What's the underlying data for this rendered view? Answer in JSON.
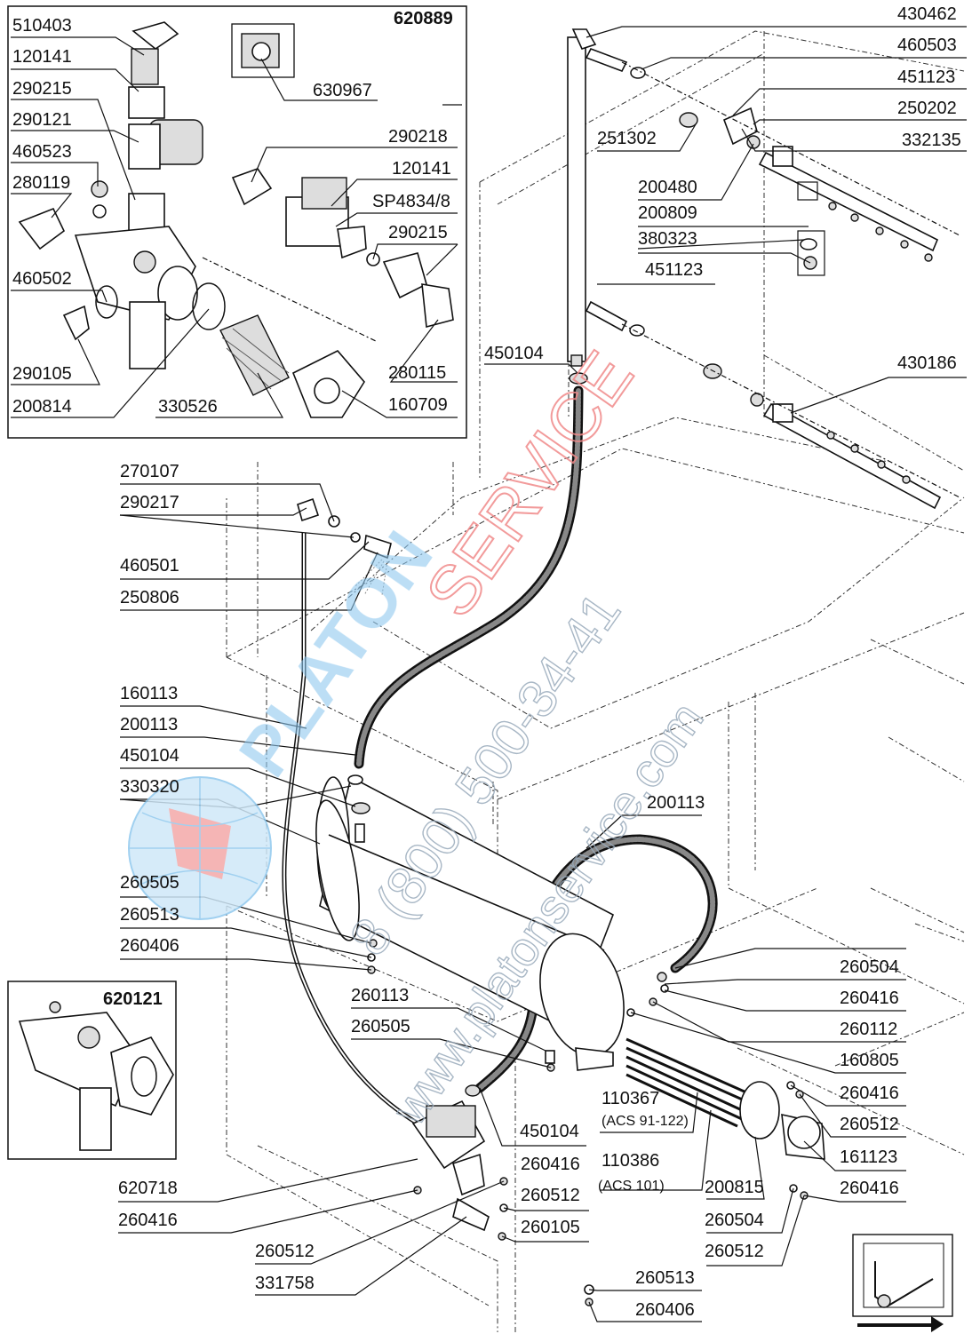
{
  "inset_top_left": {
    "assembly_code": "620889"
  },
  "inset_bottom_left": {
    "assembly_code": "620121"
  },
  "watermark": {
    "brand_blue": "PLATON",
    "brand_red": "SERVICE",
    "phone": "8 (800) 500-34-41",
    "site": "www.platonservice.com",
    "colors": {
      "blue": "#8fc8ee",
      "red": "#f08a8a"
    }
  },
  "labels": [
    {
      "id": "l510403",
      "text": "510403"
    },
    {
      "id": "l120141a",
      "text": "120141"
    },
    {
      "id": "l290215a",
      "text": "290215"
    },
    {
      "id": "l290121",
      "text": "290121"
    },
    {
      "id": "l460523",
      "text": "460523"
    },
    {
      "id": "l280119",
      "text": "280119"
    },
    {
      "id": "l460502",
      "text": "460502"
    },
    {
      "id": "l290105",
      "text": "290105"
    },
    {
      "id": "l200814",
      "text": "200814"
    },
    {
      "id": "l330526",
      "text": "330526"
    },
    {
      "id": "l630967",
      "text": "630967"
    },
    {
      "id": "l290218",
      "text": "290218"
    },
    {
      "id": "l120141b",
      "text": "120141"
    },
    {
      "id": "lSP4834",
      "text": "SP4834/8"
    },
    {
      "id": "l290215b",
      "text": "290215"
    },
    {
      "id": "l280115",
      "text": "280115"
    },
    {
      "id": "l160709",
      "text": "160709"
    },
    {
      "id": "l430462",
      "text": "430462"
    },
    {
      "id": "l460503",
      "text": "460503"
    },
    {
      "id": "l451123a",
      "text": "451123"
    },
    {
      "id": "l250202",
      "text": "250202"
    },
    {
      "id": "l332135",
      "text": "332135"
    },
    {
      "id": "l251302",
      "text": "251302"
    },
    {
      "id": "l200480",
      "text": "200480"
    },
    {
      "id": "l200809",
      "text": "200809"
    },
    {
      "id": "l380323",
      "text": "380323"
    },
    {
      "id": "l451123b",
      "text": "451123"
    },
    {
      "id": "l450104a",
      "text": "450104"
    },
    {
      "id": "l430186",
      "text": "430186"
    },
    {
      "id": "l270107",
      "text": "270107"
    },
    {
      "id": "l290217",
      "text": "290217"
    },
    {
      "id": "l460501",
      "text": "460501"
    },
    {
      "id": "l250806",
      "text": "250806"
    },
    {
      "id": "l160113",
      "text": "160113"
    },
    {
      "id": "l200113a",
      "text": "200113"
    },
    {
      "id": "l450104b",
      "text": "450104"
    },
    {
      "id": "l330320",
      "text": "330320"
    },
    {
      "id": "l200113b",
      "text": "200113"
    },
    {
      "id": "l260505a",
      "text": "260505"
    },
    {
      "id": "l260513a",
      "text": "260513"
    },
    {
      "id": "l260406a",
      "text": "260406"
    },
    {
      "id": "l260113",
      "text": "260113"
    },
    {
      "id": "l260505b",
      "text": "260505"
    },
    {
      "id": "l450104c",
      "text": "450104"
    },
    {
      "id": "l260504a",
      "text": "260504"
    },
    {
      "id": "l260416a",
      "text": "260416"
    },
    {
      "id": "l260112",
      "text": "260112"
    },
    {
      "id": "l160805",
      "text": "160805"
    },
    {
      "id": "l260416b",
      "text": "260416"
    },
    {
      "id": "l260512a",
      "text": "260512"
    },
    {
      "id": "l161123",
      "text": "161123"
    },
    {
      "id": "l260416c",
      "text": "260416"
    },
    {
      "id": "l110367",
      "text": "110367"
    },
    {
      "id": "lACS91",
      "text": "(ACS 91-122)"
    },
    {
      "id": "l450104d",
      "text": "450104"
    },
    {
      "id": "l110386",
      "text": "110386"
    },
    {
      "id": "lACS101",
      "text": "(ACS 101)"
    },
    {
      "id": "l260416d",
      "text": "260416"
    },
    {
      "id": "l260512b",
      "text": "260512"
    },
    {
      "id": "l200815",
      "text": "200815"
    },
    {
      "id": "l260504b",
      "text": "260504"
    },
    {
      "id": "l260512c",
      "text": "260512"
    },
    {
      "id": "l620718",
      "text": "620718"
    },
    {
      "id": "l260416e",
      "text": "260416"
    },
    {
      "id": "l260512d",
      "text": "260512"
    },
    {
      "id": "l331758",
      "text": "331758"
    },
    {
      "id": "l260105",
      "text": "260105"
    },
    {
      "id": "l260513b",
      "text": "260513"
    },
    {
      "id": "l260406b",
      "text": "260406"
    }
  ]
}
